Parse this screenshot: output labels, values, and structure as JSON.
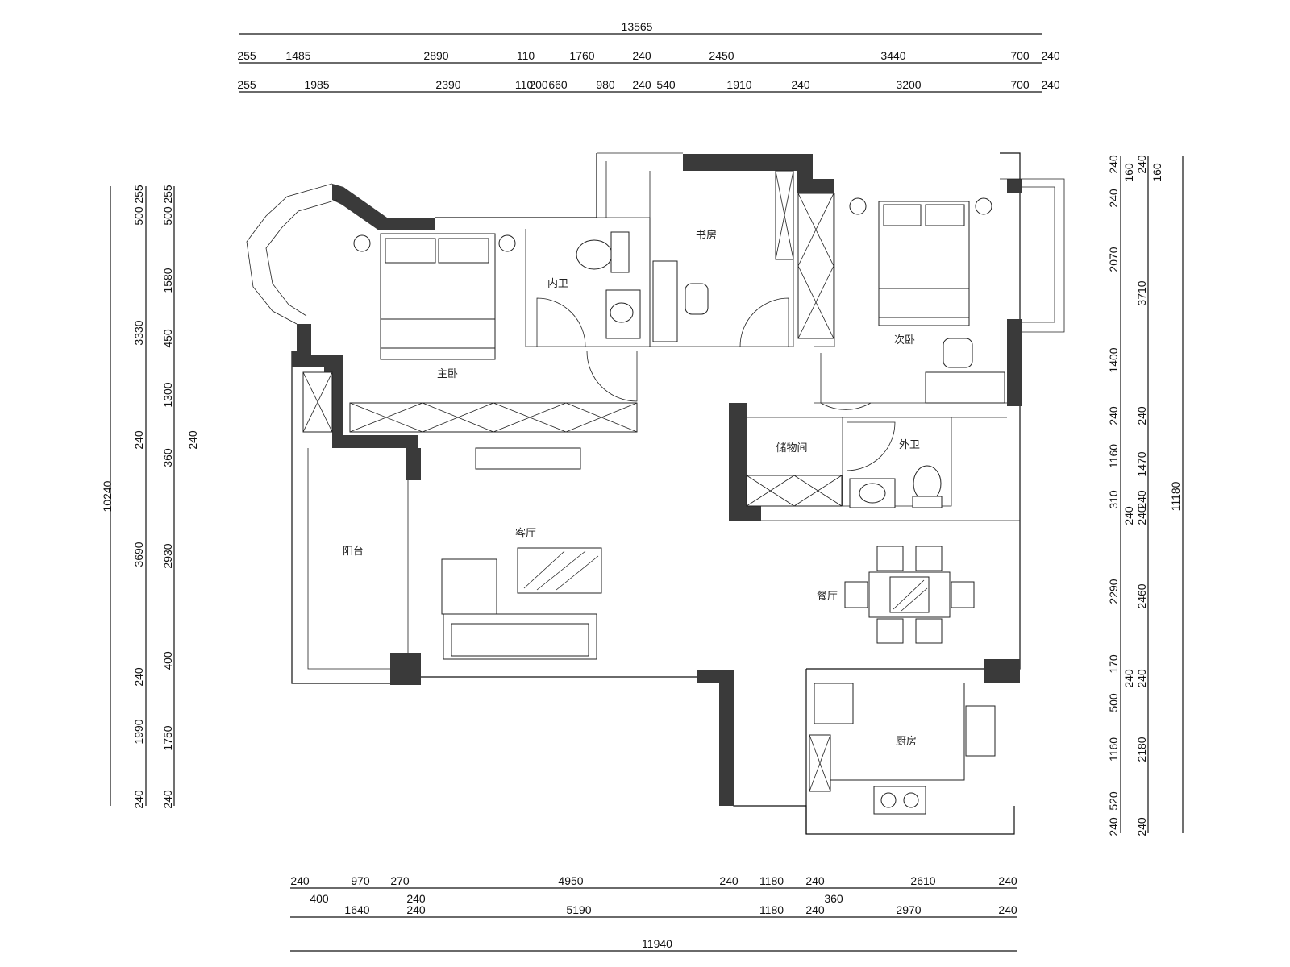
{
  "rooms": {
    "master_bedroom": "主卧",
    "ensuite_bath": "内卫",
    "study": "书房",
    "second_bedroom": "次卧",
    "storage": "储物间",
    "guest_bath": "外卫",
    "balcony": "阳台",
    "living_room": "客厅",
    "dining_room": "餐厅",
    "kitchen": "厨房"
  },
  "dimensions": {
    "top_total": "13565",
    "top_row1": [
      "255",
      "1485",
      "2890",
      "110",
      "1760",
      "240",
      "2450",
      "3440",
      "700",
      "240"
    ],
    "top_row2": [
      "255",
      "1985",
      "2390",
      "110",
      "200",
      "660",
      "980",
      "240",
      "540",
      "1910",
      "240",
      "3200",
      "700",
      "240"
    ],
    "bottom_row1": [
      "240",
      "970",
      "270",
      "4950",
      "240",
      "1180",
      "240",
      "2610",
      "240"
    ],
    "bottom_row1_sub": [
      "400",
      "240",
      "360"
    ],
    "bottom_row2": [
      "1640",
      "240",
      "5190",
      "1180",
      "240",
      "2970",
      "240"
    ],
    "bottom_total": "11940",
    "left_total": "10240",
    "left_col1": [
      "500",
      "255",
      "3330",
      "240",
      "3690",
      "240",
      "1990",
      "240"
    ],
    "left_col2": [
      "500",
      "255",
      "1580",
      "450",
      "1300",
      "360",
      "2930",
      "400",
      "1750",
      "240"
    ],
    "left_col2_side": "240",
    "right_col1": [
      "240",
      "240",
      "160",
      "2070",
      "1400",
      "240",
      "1160",
      "310",
      "240",
      "2290",
      "170",
      "240",
      "500",
      "1160",
      "520",
      "240"
    ],
    "right_col2": [
      "240",
      "160",
      "3710",
      "240",
      "1470",
      "240",
      "240",
      "2460",
      "240",
      "2180",
      "240"
    ],
    "right_total": "11180"
  }
}
